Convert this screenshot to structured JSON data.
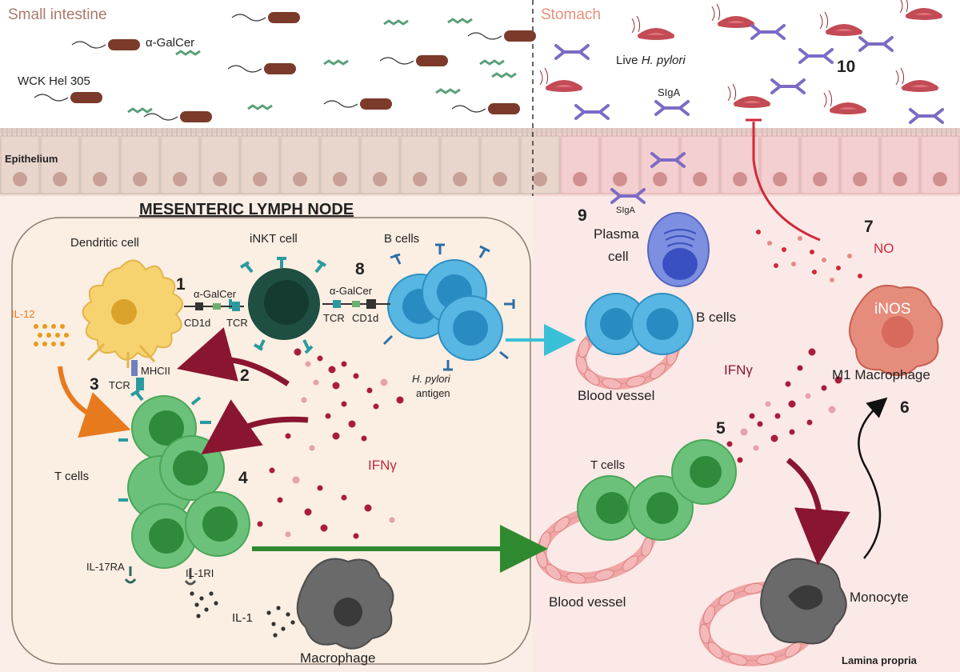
{
  "regions": {
    "small_intestine": "Small intestine",
    "stomach": "Stomach",
    "epithelium": "Epithelium",
    "lymph_node": "MESENTERIC LYMPH NODE",
    "lamina_propria": "Lamina propria"
  },
  "lumen_labels": {
    "agalcer": "α-GalCer",
    "wck": "WCK Hel 305",
    "live_hp_prefix": "Live ",
    "live_hp_italic": "H. pylori",
    "siga": "SIgA"
  },
  "cells": {
    "dendritic": "Dendritic cell",
    "inkt": "iNKT cell",
    "b_cells_ln": "B cells",
    "t_cells_ln": "T cells",
    "macrophage": "Macrophage",
    "plasma_line1": "Plasma",
    "plasma_line2": "cell",
    "b_cells_lp": "B cells",
    "t_cells_lp": "T cells",
    "m1": "M1 Macrophage",
    "inos": "iNOS",
    "monocyte": "Monocyte",
    "blood_vessel_1": "Blood vessel",
    "blood_vessel_2": "Blood vessel"
  },
  "molecules": {
    "il12": "IL-12",
    "agalcer_1": "α-GalCer",
    "cd1d_1": "CD1d",
    "tcr_1": "TCR",
    "agalcer_2": "α-GalCer",
    "tcr_2": "TCR",
    "cd1d_2": "CD1d",
    "mhcii": "MHCII",
    "tcr_3": "TCR",
    "hp_antigen_italic": "H. pylori",
    "hp_antigen_rest": "antigen",
    "ifng_ln": "IFNγ",
    "ifng_lp": "IFNγ",
    "il17ra": "IL-17RA",
    "il1ri": "IL-1RI",
    "il1": "IL-1",
    "no": "NO",
    "siga_lp": "SIgA"
  },
  "steps": [
    "1",
    "2",
    "3",
    "4",
    "5",
    "6",
    "7",
    "8",
    "9",
    "10"
  ],
  "colors": {
    "ln_bg": "#fbeee6",
    "lp_bg": "#fbe9e7",
    "epi_left": "#ecdcd4",
    "epi_right": "#f6d6d6",
    "dc": "#f6d36e",
    "inkt": "#1f4f43",
    "tcell": "#6cc17a",
    "bcell": "#57b6e2",
    "plasma": "#7d8fe0",
    "m1": "#e68c7c",
    "monocyte": "#6a6a6a",
    "ifng_dots": "#a81d3d",
    "arrow_maroon": "#8a1530",
    "arrow_orange": "#e87a1e",
    "arrow_green": "#2f8a2f",
    "arrow_cyan": "#39c0d8",
    "no_red": "#d0293a",
    "bacteria_small": "#7b3a2a",
    "bacteria_hp": "#e0737a",
    "antibody": "#7c6bc4"
  }
}
